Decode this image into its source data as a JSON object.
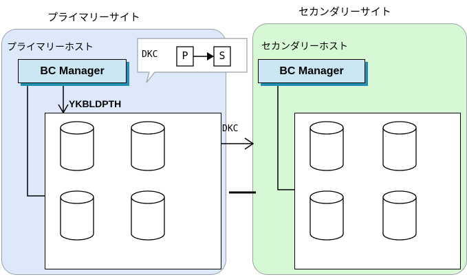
{
  "primary_site": {
    "title": "プライマリーサイト",
    "host_title": "プライマリーホスト",
    "bc_manager_label": "BC Manager",
    "path_label": "YKBLDPTH"
  },
  "secondary_site": {
    "title": "セカンダリーサイト",
    "host_title": "セカンダリーホスト",
    "bc_manager_label": "BC Manager"
  },
  "callout": {
    "dkc_label": "DKC",
    "p_label": "P",
    "s_label": "S"
  },
  "link": {
    "dkc_label": "DKC"
  },
  "colors": {
    "primary_region": "#dde9fb",
    "secondary_region": "#d6f8d4",
    "bc_button": "#c9e6f2",
    "bc_shadow": "#238eb3"
  }
}
